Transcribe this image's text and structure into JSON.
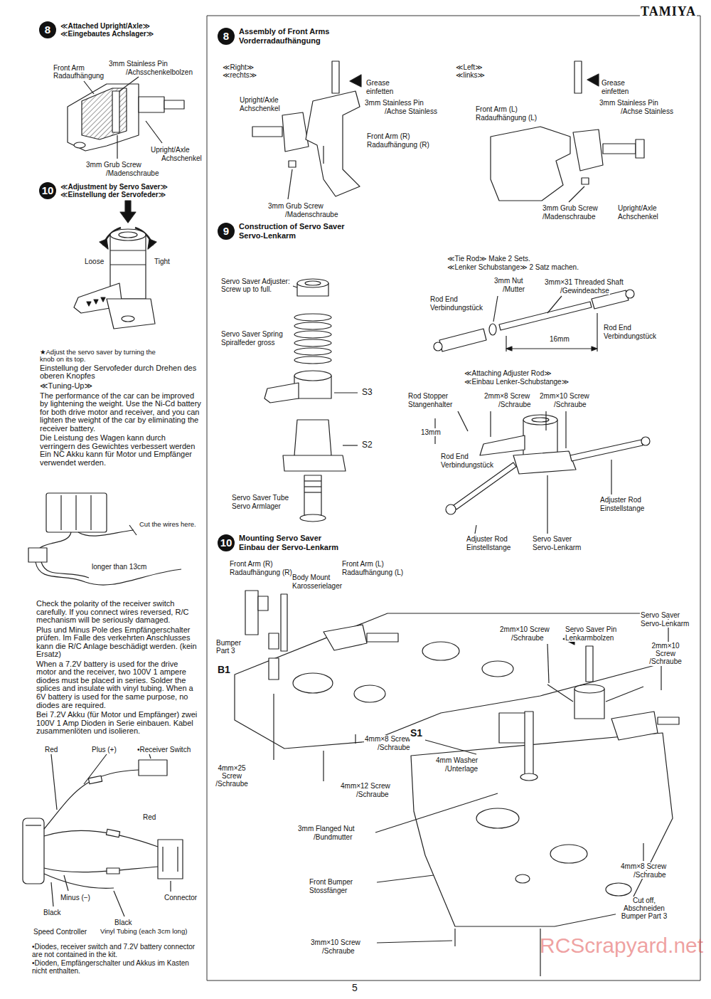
{
  "diagram": {
    "nodes": [
      {
        "text": [
          "8",
          "≪Attached Upright/Axle≫",
          "≪Eingebautes Achslager≫"
        ]
      },
      {
        "text": [
          "10",
          "≪Adjustment by Servo Saver≫",
          "≪Einstellung der Servofeder≫"
        ]
      },
      {
        "text": [
          "8",
          "Assembly of Front Arms",
          "Vorderradaufhängung"
        ]
      },
      {
        "text": [
          "9",
          "Construction of Servo Saver",
          "Servo-Lenkarm"
        ]
      },
      {
        "text": [
          "10",
          "Mounting Servo Saver",
          "Einbau der Servo-Lenkarm"
        ]
      }
    ],
    "labels": [
      "TAMIYA",
      "Front Arm",
      "Radaufhängung",
      "3mm Stainless Pin",
      "/Achsschenkelbolzen",
      "Upright/Axle",
      "Achschenkel",
      "3mm Grub Screw",
      "/Madenschraube",
      "Loose",
      "Tight",
      "★Adjust the servo saver by turning the knob on its top.",
      "Einstellung der Servofeder durch Drehen des oberen Knopfes",
      "≪Tuning-Up≫",
      "The performance of the car can be improved by lightening the weight. Use the Ni-Cd battery for both drive motor and receiver, and you can lighten the weight of the car by eliminating the receiver battery.",
      "Die Leistung des Wagen kann durch verringern des Gewichtes verbessert werden Ein NC Akku kann für Motor und Empfänger verwendet werden.",
      "Cut the wires here.",
      "longer than 13cm",
      "Check the polarity of the receiver switch carefully. If you connect wires reversed, R/C mechanism will be seriously damaged.",
      "Plus und Minus Pole des Empfängerschalter prüfen. Im Falle des verkehrten Anschlusses kann die R/C Anlage beschädigt werden. (kein Ersatz)",
      "When a 7.2V battery is used for the drive motor and the receiver, two 100V 1 ampere diodes must be placed in series. Solder the splices and insulate with vinyl tubing. When a 6V battery is used for the same purpose, no diodes are required.",
      "Bei 7.2V Akku (für Motor und Empfänger) zwei 100V 1 Amp Dioden in Serie einbauen. Kabel zusammenlöten und isolieren.",
      "Red",
      "Plus (+)",
      "•Receiver Switch",
      "Red",
      "Minus (−)",
      "Connector",
      "Black",
      "Black",
      "Speed Controller",
      "Vinyl Tubing (each 3cm long)",
      "•Diodes, receiver switch and 7.2V battery connector are not contained in the kit.",
      "•Dioden, Empfängerschalter und Akkus im Kasten nicht enthalten.",
      "≪Right≫",
      "≪rechts≫",
      "Grease",
      "einfetten",
      "3mm Stainless Pin",
      "/Achse Stainless",
      "Upright/Axle",
      "Achschenkel",
      "Front Arm (R)",
      "Radaufhängung (R)",
      "3mm Grub Screw",
      "/Madenschraube",
      "≪Left≫",
      "≪links≫",
      "Grease",
      "einfetten",
      "3mm Stainless Pin",
      "/Achse Stainless",
      "Front Arm (L)",
      "Radaufhängung (L)",
      "3mm Grub Screw",
      "/Madenschraube",
      "Upright/Axle",
      "Achschenkel",
      "Servo Saver Adjuster: Screw up to full.",
      "Servo Saver Spring",
      "Spiralfeder gross",
      "S3",
      "S2",
      "Servo Saver Tube",
      "Servo Armlager",
      "≪Tie Rod≫ Make 2 Sets.",
      "≪Lenker Schubstange≫ 2 Satz machen.",
      "3mm Nut",
      "/Mutter",
      "3mm×31 Threaded Shaft",
      "/Gewindeachse",
      "Rod End",
      "Verbindungstück",
      "Rod End",
      "Verbindungstück",
      "16mm",
      "≪Attaching Adjuster Rod≫",
      "≪Einbau Lenker-Schubstange≫",
      "Rod Stopper",
      "Stangenhalter",
      "2mm×8 Screw",
      "/Schraube",
      "2mm×10 Screw",
      "/Schraube",
      "13mm",
      "Rod End",
      "Verbindungstück",
      "Adjuster Rod",
      "Einstellstange",
      "Adjuster Rod",
      "Einstellstange",
      "Servo Saver",
      "Servo-Lenkarm",
      "Front Arm (R)",
      "Radaufhängung (R)",
      "Body Mount",
      "Karosserielager",
      "Front Arm (L)",
      "Radaufhängung (L)",
      "Bumper Part 3",
      "B1",
      "4mm×8 Screw",
      "/Schraube",
      "4mm×25 Screw /Schraube",
      "4mm×12 Screw",
      "/Schraube",
      "Servo Saver",
      "Servo-Lenkarm",
      "2mm×10 Screw",
      "/Schraube",
      "Servo Saver Pin",
      "Lenkarmbolzen",
      "2mm×10 Screw /Schraube",
      "S1",
      "4mm Washer",
      "/Unterlage",
      "3mm Flanged Nut",
      "/Bundmutter",
      "Front Bumper",
      "Stossfänger",
      "4mm×8 Screw",
      "/Schraube",
      "Cut off, Abschneiden Bumper Part 3",
      "3mm×10 Screw",
      "/Schraube",
      "5",
      "RCScrapyard.net"
    ]
  }
}
